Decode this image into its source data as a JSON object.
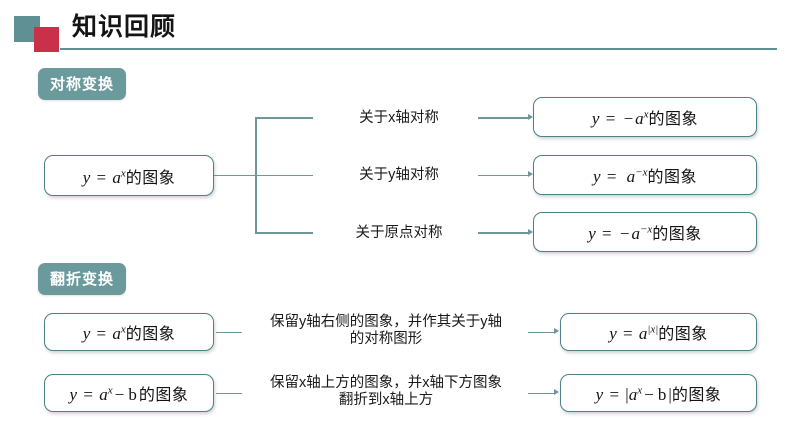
{
  "header": {
    "title": "知识回顾",
    "accent_teal": "#5f9094",
    "accent_red": "#c9314a"
  },
  "sections": [
    {
      "id": "symmetry",
      "pill_label": "对称变换"
    },
    {
      "id": "folding",
      "pill_label": "翻折变换"
    }
  ],
  "symmetry": {
    "source_box": {
      "lhs": "y",
      "eq": "=",
      "base": "a",
      "exp": "x",
      "suffix": "的图象"
    },
    "rows": [
      {
        "caption": "关于x轴对称",
        "result": {
          "lhs": "y",
          "eq": "=",
          "sign": "−",
          "base": "a",
          "exp": "x",
          "suffix": "的图象"
        }
      },
      {
        "caption": "关于y轴对称",
        "result": {
          "lhs": "y",
          "eq": "=",
          "sign": "",
          "base": "a",
          "exp": "−x",
          "suffix": "的图象"
        }
      },
      {
        "caption": "关于原点对称",
        "result": {
          "lhs": "y",
          "eq": "=",
          "sign": "−",
          "base": "a",
          "exp": "−x",
          "suffix": "的图象"
        }
      }
    ]
  },
  "folding": {
    "rows": [
      {
        "source": {
          "lhs": "y",
          "eq": "=",
          "base": "a",
          "exp": "x",
          "tail": "",
          "suffix": "的图象"
        },
        "caption_line1": "保留y轴右侧的图象，并作其关于y轴",
        "caption_line2": "的对称图形",
        "result": {
          "lhs": "y",
          "eq": "=",
          "base": "a",
          "exp": "|x|",
          "suffix": "的图象"
        }
      },
      {
        "source": {
          "lhs": "y",
          "eq": "=",
          "base": "a",
          "exp": "x",
          "tail": "− b",
          "suffix": "的图象"
        },
        "caption_line1": "保留x轴上方的图象，并x轴下方图象",
        "caption_line2": "翻折到x轴上方",
        "result": {
          "lhs": "y",
          "eq": "=",
          "open": "|",
          "base": "a",
          "exp": "x",
          "tail": "− b",
          "close": "|",
          "suffix": "的图象"
        }
      }
    ]
  }
}
